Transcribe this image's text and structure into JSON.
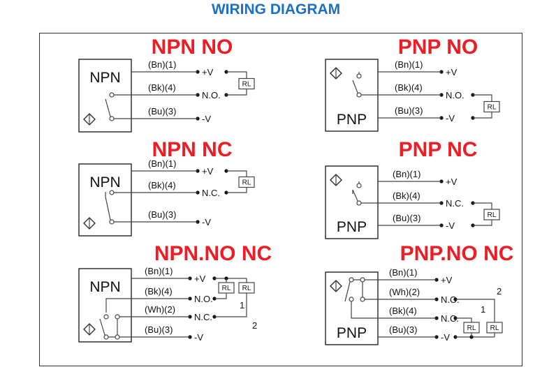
{
  "title": "WIRING DIAGRAM",
  "colors": {
    "title": "#1c6fc4",
    "panel_title": "#ee1c25",
    "line": "#444444"
  },
  "panels": [
    {
      "title": "NPN NO",
      "sensor": "NPN",
      "relays": [
        "RL"
      ],
      "wires": [
        {
          "label": "(Bn)(1)",
          "terminal": "+V"
        },
        {
          "label": "(Bk)(4)",
          "terminal": "N.O."
        },
        {
          "label": "(Bu)(3)",
          "terminal": "-V"
        }
      ]
    },
    {
      "title": "NPN NC",
      "sensor": "NPN",
      "relays": [
        "RL"
      ],
      "wires": [
        {
          "label": "(Bn)(1)",
          "terminal": "+V"
        },
        {
          "label": "(Bk)(4)",
          "terminal": "N.C."
        },
        {
          "label": "(Bu)(3)",
          "terminal": "-V"
        }
      ]
    },
    {
      "title": "NPN.NO NC",
      "sensor": "NPN",
      "relays": [
        "RL",
        "RL"
      ],
      "numbers": [
        "1",
        "2"
      ],
      "wires": [
        {
          "label": "(Bn)(1)",
          "terminal": "+V"
        },
        {
          "label": "(Bk)(4)",
          "terminal": "N.O."
        },
        {
          "label": "(Wh)(2)",
          "terminal": "N.C."
        },
        {
          "label": "(Bu)(3)",
          "terminal": "-V"
        }
      ]
    },
    {
      "title": "PNP NO",
      "sensor": "PNP",
      "relays": [
        "RL"
      ],
      "wires": [
        {
          "label": "(Bn)(1)",
          "terminal": "+V"
        },
        {
          "label": "(Bk)(4)",
          "terminal": "N.O."
        },
        {
          "label": "(Bu)(3)",
          "terminal": "-V"
        }
      ]
    },
    {
      "title": "PNP NC",
      "sensor": "PNP",
      "relays": [
        "RL"
      ],
      "wires": [
        {
          "label": "(Bn)(1)",
          "terminal": "+V"
        },
        {
          "label": "(Bk)(4)",
          "terminal": "N.C."
        },
        {
          "label": "(Bu)(3)",
          "terminal": "-V"
        }
      ]
    },
    {
      "title": "PNP.NO NC",
      "sensor": "PNP",
      "relays": [
        "RL",
        "RL"
      ],
      "numbers": [
        "1",
        "2"
      ],
      "wires": [
        {
          "label": "(Bn)(1)",
          "terminal": "+V"
        },
        {
          "label": "(Wh)(2)",
          "terminal": "N.O."
        },
        {
          "label": "(Bk)(4)",
          "terminal": "N.C."
        },
        {
          "label": "(Bu)(3)",
          "terminal": "-V"
        }
      ]
    }
  ]
}
